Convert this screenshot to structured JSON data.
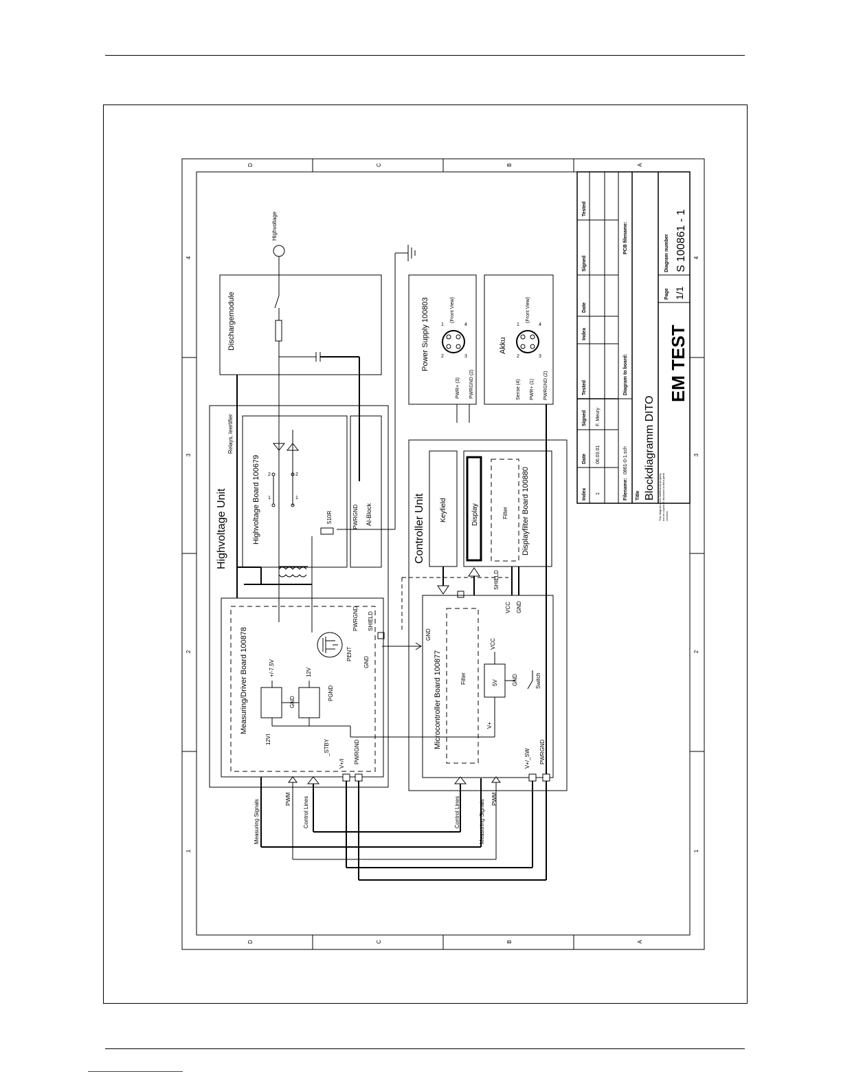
{
  "zones": {
    "rows": [
      "D",
      "C",
      "B",
      "A"
    ],
    "cols": [
      "4",
      "3",
      "2",
      "1"
    ]
  },
  "units": {
    "highvoltage": "Highvoltage Unit",
    "controller": "Controller Unit"
  },
  "boards": {
    "discharge": "Dischargemodule",
    "highvoltage_board": "Highvoltage Board 100679",
    "relays": "Relays, Ieertifier",
    "al_block": "Al-Block",
    "measuring": "Measuring/Driver Board 100878",
    "keyfield": "Keyfield",
    "display": "Display",
    "displayfilter": "Displayfilter Board 100880",
    "filter": "Filter",
    "microcontroller": "Microcontroller Board 100877",
    "power_supply": "Power Supply 100803",
    "akku": "Akku"
  },
  "labels": {
    "highvoltage": "Highvoltage",
    "r510": "510R",
    "pwrgnd": "PWRGND",
    "v_plus_minus": "+/-7.5V",
    "v12": "12V",
    "v12i": "12VI",
    "gnd": "GND",
    "pgnd": "PGND",
    "stby": "_STBY",
    "vplus_i": "V+/I",
    "shield": "SHIELD",
    "pent": "PENT",
    "vcc": "VCC",
    "v5": "5V",
    "vplus": "V+",
    "switch": "Switch",
    "vplus_sw": "V+/_SW",
    "front_view": "(Front View)",
    "pwr3": "PWR+ (3)",
    "pwrgnd2": "PWRGND (2)",
    "sense4": "Sense (4)",
    "pwr1": "PWR+ (1)",
    "measuring_signals": "Measuring Signals",
    "pwm": "PWM",
    "control_lines": "Control Lines",
    "pin1": "1",
    "pin2": "2",
    "pin3": "3",
    "pin4": "4"
  },
  "title_block": {
    "headers": [
      "Index",
      "Date",
      "Signed",
      "Tested",
      "Index",
      "Date",
      "Signed",
      "Tested"
    ],
    "row": {
      "index": "1",
      "date": "06.03.01",
      "signed": "F. Meury"
    },
    "filename_label": "Filename:",
    "filename": "0861-0-1.sch",
    "diagram_board_label": "Diagram to board:",
    "pcb_label": "PCB filename:",
    "title_label": "Title",
    "title": "Blockdiagramm DITO",
    "copyright": "This diagram is the intellectual property of EM TEST. It must not be copied or disclosed to third parties without prior written consent.",
    "company": "EM TEST",
    "page_label": "Page",
    "page": "1/1",
    "number_label": "Diagram number",
    "number": "S 100861 - 1"
  }
}
